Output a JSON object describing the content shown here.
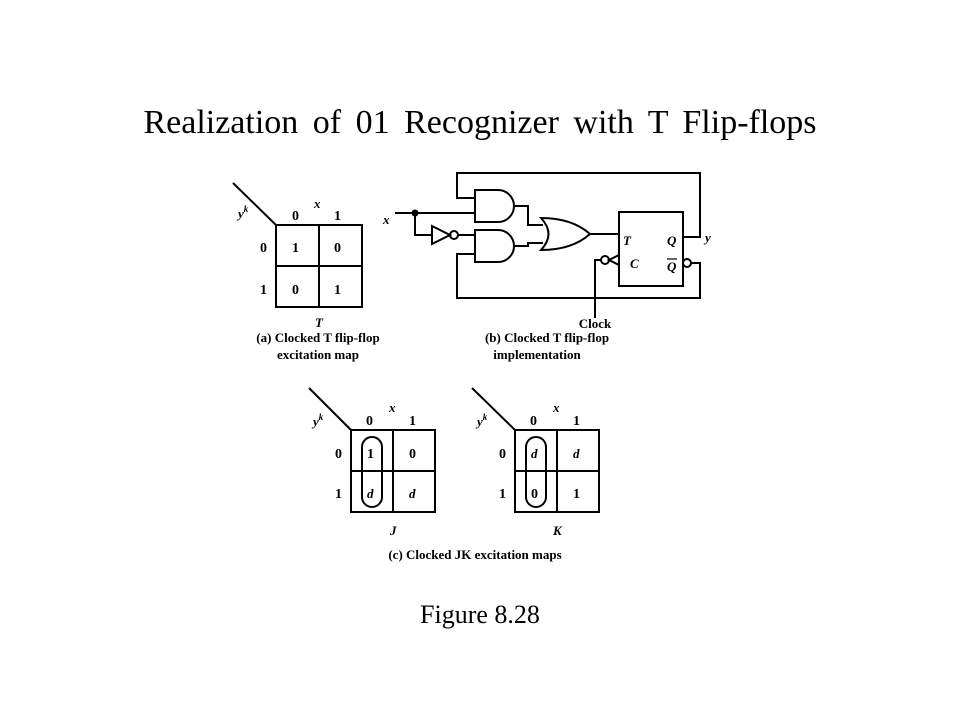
{
  "title": "Realization of 01 Recognizer with T Flip-flops",
  "figure_number": "Figure 8.28",
  "map_t": {
    "row_var": "y",
    "row_sup": "k",
    "col_var": "x",
    "col_labels": [
      "0",
      "1"
    ],
    "row_labels": [
      "0",
      "1"
    ],
    "cells": [
      [
        "1",
        "0"
      ],
      [
        "0",
        "1"
      ]
    ],
    "output_name": "T",
    "caption_line1": "(a) Clocked T flip-flop",
    "caption_line2": "excitation map"
  },
  "circuit": {
    "input_label": "x",
    "output_label": "y",
    "ff_t": "T",
    "ff_c": "C",
    "ff_q": "Q",
    "ff_qbar": "Q",
    "clock_label": "Clock",
    "caption_line1": "(b) Clocked T flip-flop",
    "caption_line2": "implementation"
  },
  "map_j": {
    "row_var": "y",
    "row_sup": "k",
    "col_var": "x",
    "col_labels": [
      "0",
      "1"
    ],
    "row_labels": [
      "0",
      "1"
    ],
    "cells": [
      [
        "1",
        "0"
      ],
      [
        "d",
        "d"
      ]
    ],
    "output_name": "J"
  },
  "map_k": {
    "row_var": "y",
    "row_sup": "k",
    "col_var": "x",
    "col_labels": [
      "0",
      "1"
    ],
    "row_labels": [
      "0",
      "1"
    ],
    "cells": [
      [
        "d",
        "d"
      ],
      [
        "0",
        "1"
      ]
    ],
    "output_name": "K"
  },
  "jk_caption": "(c) Clocked JK excitation maps"
}
